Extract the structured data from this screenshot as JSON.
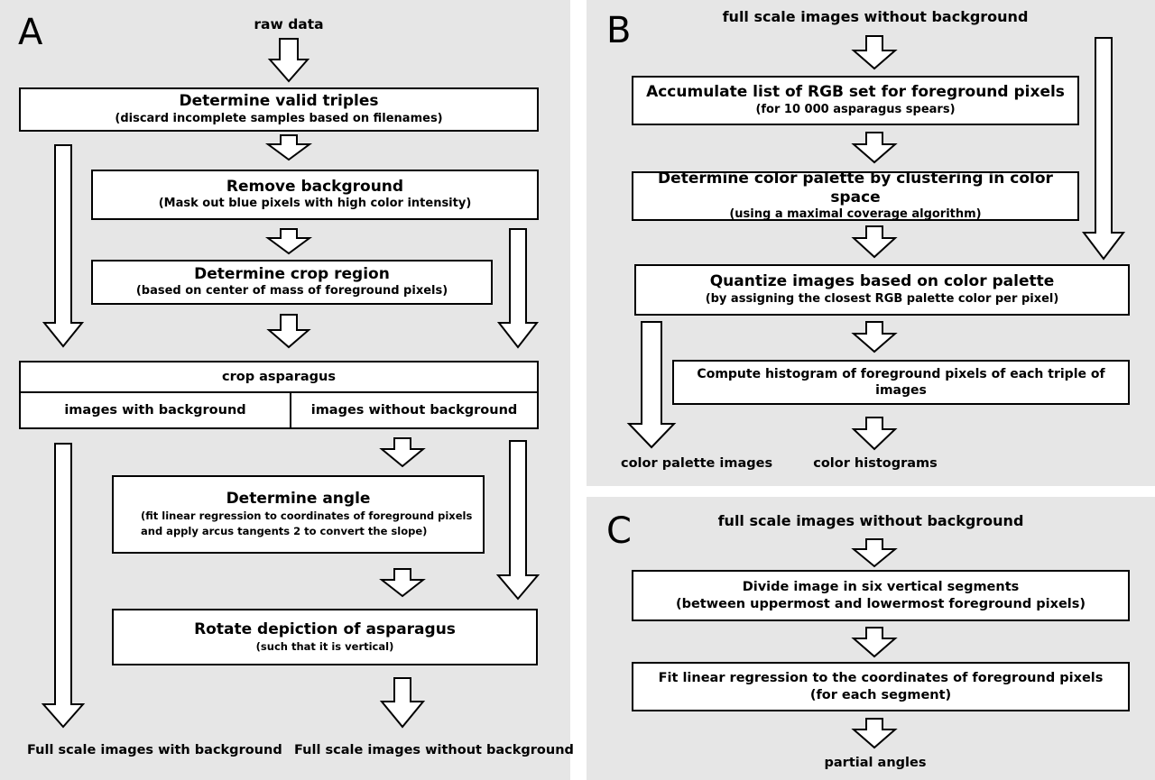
{
  "panel_a": {
    "letter": "A",
    "input": "raw data",
    "valid_triples": {
      "title": "Determine valid triples",
      "subtitle": "(discard incomplete samples based on filenames)"
    },
    "remove_background": {
      "title": "Remove background",
      "subtitle": "(Mask out blue pixels with high color intensity)"
    },
    "crop_region": {
      "title": "Determine crop region",
      "subtitle": "(based on center of mass of foreground pixels)"
    },
    "crop_asparagus": {
      "title": "crop asparagus",
      "left": "images with background",
      "right": "images without background"
    },
    "determine_angle": {
      "title": "Determine angle",
      "line1": "(fit linear regression to coordinates of foreground pixels",
      "line2": "and apply arcus tangents 2 to convert the slope)"
    },
    "rotate": {
      "title": "Rotate depiction of asparagus",
      "subtitle": "(such that it is vertical)"
    },
    "output_with": "Full scale images with background",
    "output_without": "Full scale images without background"
  },
  "panel_b": {
    "letter": "B",
    "input": "full scale images without background",
    "accumulate": {
      "title": "Accumulate list of RGB set for foreground pixels",
      "subtitle": "(for 10 000 asparagus spears)"
    },
    "palette": {
      "title": "Determine color palette by clustering in color space",
      "subtitle": "(using a maximal coverage algorithm)"
    },
    "quantize": {
      "title": "Quantize images based on color palette",
      "subtitle": "(by assigning the closest RGB palette color per pixel)"
    },
    "histogram": {
      "title": "Compute histogram of foreground pixels of each triple of images"
    },
    "output_palette": "color palette images",
    "output_hist": "color histograms"
  },
  "panel_c": {
    "letter": "C",
    "input": "full scale images without background",
    "divide": {
      "title": "Divide image in six vertical segments",
      "subtitle": "(between uppermost and lowermost foreground pixels)"
    },
    "fit": {
      "title": "Fit linear regression to the coordinates of foreground pixels",
      "subtitle": "(for each segment)"
    },
    "output": "partial angles"
  }
}
